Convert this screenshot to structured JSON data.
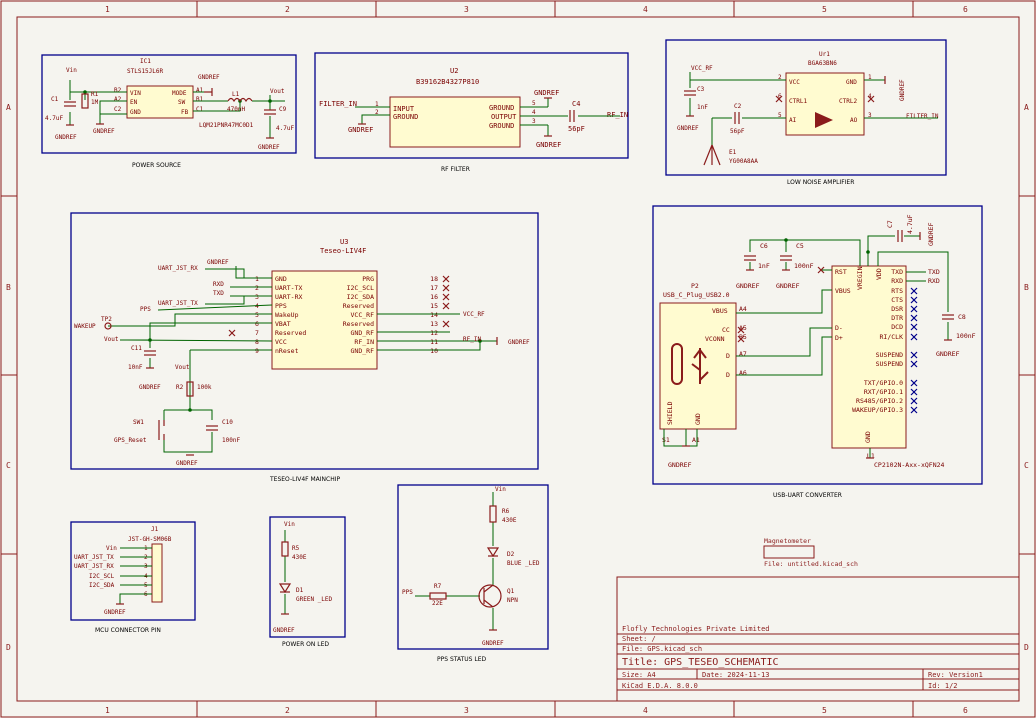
{
  "frame": {
    "col_labels": [
      "1",
      "2",
      "3",
      "4",
      "5",
      "6"
    ],
    "row_labels": [
      "A",
      "B",
      "C",
      "D"
    ]
  },
  "blocks": {
    "power_source": "POWER SOURCE",
    "rf_filter": "RF FILTER",
    "lna": "LOW NOISE AMPLIFIER",
    "teseo": "TESEO-LIV4F MAINCHIP",
    "usb_uart": "USB-UART CONVERTER",
    "mcu_pin": "MCU CONNECTOR PIN",
    "power_led": "POWER ON LED",
    "pps_led": "PPS STATUS LED"
  },
  "power": {
    "ic1_ref": "IC1",
    "ic1_val": "STLS15JL6R",
    "pins_left": [
      "VIN",
      "EN",
      "GND"
    ],
    "pins_right": [
      "MODE",
      "SW",
      "FB"
    ],
    "pin_nums_left": [
      "B2",
      "A2",
      "C2"
    ],
    "pin_nums_right": [
      "A1",
      "B1",
      "C1"
    ],
    "vin": "Vin",
    "vout": "Vout",
    "c1": "C1",
    "c1_val": "4.7uF",
    "r1": "R1",
    "r1_val": "1M",
    "l1": "L1",
    "l1_val": "470nH",
    "l1_part": "LQM21PNR47MC0D1",
    "c9": "C9",
    "c9_val": "4.7uF",
    "gnd": "GNDREF"
  },
  "filter": {
    "u2_ref": "U2",
    "u2_val": "B39162B4327P810",
    "pins_left": [
      "INPUT",
      "GROUND"
    ],
    "pins_right": [
      "GROUND",
      "OUTPUT",
      "GROUND"
    ],
    "net_in": "FILTER_IN",
    "net_out": "RF_IN",
    "c4": "C4",
    "c4_val": "56pF",
    "gnd": "GNDREF"
  },
  "lna": {
    "u1_ref": "Ur1",
    "u1_val": "BGA63BN6",
    "pins_left": [
      "VCC",
      "CTRL1",
      "AI"
    ],
    "pins_right": [
      "GND",
      "CTRL2",
      "AO"
    ],
    "vcc_rf": "VCC_RF",
    "c3": "C3",
    "c3_val": "1nF",
    "c2": "C2",
    "c2_val": "56pF",
    "e1": "E1",
    "e1_val": "YG00A8AA",
    "net_out": "FILTER_IN",
    "gnd": "GNDREF"
  },
  "teseo": {
    "u3_ref": "U3",
    "u3_val": "Teseo-LIV4F",
    "pins_left": [
      "GND",
      "UART-TX",
      "UART-RX",
      "PPS",
      "WakeUp",
      "VBAT",
      "Reserved",
      "VCC",
      "nReset"
    ],
    "pins_right": [
      "PRG",
      "I2C_SCL",
      "I2C_SDA",
      "Reserved",
      "VCC_RF",
      "Reserved",
      "GND_RF",
      "RF_IN",
      "GND_RF"
    ],
    "nums_left": [
      "1",
      "2",
      "3",
      "4",
      "5",
      "6",
      "7",
      "8",
      "9"
    ],
    "nums_right": [
      "18",
      "17",
      "16",
      "15",
      "14",
      "13",
      "12",
      "11",
      "10"
    ],
    "uart_rx": "UART_JST_RX",
    "uart_tx": "UART_JST_TX",
    "rxd": "RXD",
    "txd": "TXD",
    "pps": "PPS",
    "wakeup": "WAKEUP",
    "tp2": "TP2",
    "vout": "Vout",
    "vcc_rf": "VCC_RF",
    "rf_in": "RF_IN",
    "c11": "C11",
    "c11_val": "10nF",
    "r2": "R2",
    "r2_val": "100k",
    "c10": "C10",
    "c10_val": "100nF",
    "sw1": "SW1",
    "sw1_val": "GPS_Reset",
    "gnd": "GNDREF"
  },
  "usb": {
    "p2": "P2",
    "p2_val": "USB_C_Plug_USB2.0",
    "p2_pins": [
      "VBUS",
      "CC",
      "VCONN",
      "D",
      "D"
    ],
    "p2_nums": [
      "A4",
      "A5",
      "B5",
      "A7",
      "A6"
    ],
    "shield": "SHIELD",
    "gndp": "GND",
    "s1": "S1",
    "a1": "A1",
    "u1": "U1",
    "u1_val": "CP2102N-Axx-xQFN24",
    "u_left": [
      "RST",
      "VBUS",
      "D-",
      "D+"
    ],
    "u_top": [
      "VREGIN",
      "VDD"
    ],
    "u_right": [
      "TXD",
      "RXD",
      "RTS",
      "CTS",
      "DSR",
      "DTR",
      "DCD",
      "RI/CLK",
      "SUSPEND",
      "SUSPEND",
      "TXT/GPIO.0",
      "RXT/GPIO.1",
      "RS485/GPIO.2",
      "WAKEUP/GPIO.3"
    ],
    "u_gnd": "GND",
    "txd": "TXD",
    "rxd": "RXD",
    "c6": "C6",
    "c6_val": "1nF",
    "c5": "C5",
    "c5_val": "100nF",
    "c7": "C7",
    "c7_val": "4.7uF",
    "c8": "C8",
    "c8_val": "100nF",
    "gnd": "GNDREF"
  },
  "mcu": {
    "j1": "J1",
    "j1_val": "JST-GH-SM06B",
    "pins": [
      "Vin",
      "UART_JST_TX",
      "UART_JST_RX",
      "I2C_SCL",
      "I2C_SDA",
      ""
    ],
    "nums": [
      "1",
      "2",
      "3",
      "4",
      "5",
      "6"
    ],
    "gnd": "GNDREF"
  },
  "power_led": {
    "vin": "Vin",
    "r5": "R5",
    "r5_val": "430E",
    "d1": "D1",
    "d1_val": "GREEN _LED",
    "gnd": "GNDREF"
  },
  "pps_led": {
    "vin": "Vin",
    "r6": "R6",
    "r6_val": "430E",
    "d2": "D2",
    "d2_val": "BLUE _LED",
    "r7": "R7",
    "r7_val": "22E",
    "q1": "Q1",
    "q1_val": "NPN",
    "pps": "PPS",
    "gnd": "GNDREF"
  },
  "sheet": {
    "name": "Magnetometer",
    "file": "File: untitled.kicad_sch"
  },
  "title_block": {
    "company": "Flofly Technologies Private Limited",
    "sheet": "Sheet: /",
    "file": "File: GPS.kicad_sch",
    "title": "Title: GPS_TESEO_SCHEMATIC",
    "size": "Size: A4",
    "date": "Date: 2024-11-13",
    "rev": "Rev: Version1",
    "tool": "KiCad E.D.A. 8.0.0",
    "id": "Id: 1/2"
  }
}
